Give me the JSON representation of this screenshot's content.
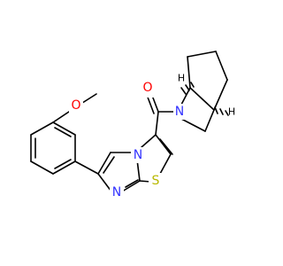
{
  "colors": {
    "carbon_bond": "#000000",
    "nitrogen": "#3333ff",
    "oxygen": "#ff0000",
    "sulfur": "#b8b800",
    "stereo_h": "#000000"
  },
  "atoms": {
    "o_carbonyl": "O",
    "o_methoxy": "O",
    "n_bridge": "N",
    "n_ring_fused": "N",
    "n_ring_imine": "N",
    "s_ring": "S"
  },
  "stereo_labels": {
    "h_upper": "H",
    "h_right": "H"
  }
}
